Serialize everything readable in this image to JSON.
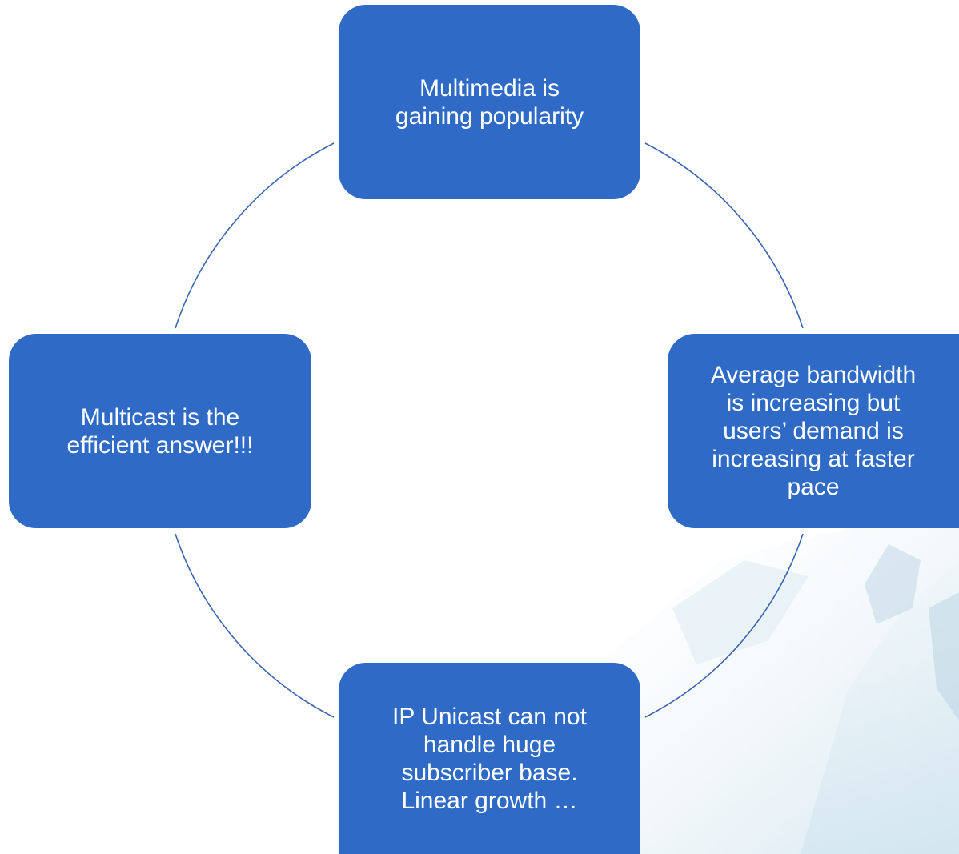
{
  "diagram": {
    "type": "cycle",
    "nodes": [
      {
        "id": "top",
        "text": "Multimedia is\ngaining popularity"
      },
      {
        "id": "right",
        "text": "Average bandwidth\nis increasing but\nusers’ demand is\nincreasing at faster\npace"
      },
      {
        "id": "bottom",
        "text": "IP Unicast can not\nhandle huge\nsubscriber base.\nLinear growth …"
      },
      {
        "id": "left",
        "text": "Multicast is the\nefficient answer!!!"
      }
    ],
    "edges": [
      {
        "from": "top",
        "to": "right"
      },
      {
        "from": "right",
        "to": "bottom"
      },
      {
        "from": "bottom",
        "to": "left"
      },
      {
        "from": "left",
        "to": "top"
      }
    ]
  },
  "colors": {
    "node_fill": "#2f6bc6",
    "node_text": "#ffffff",
    "connector": "#3a66b0",
    "background_tint": "#dcebf3"
  }
}
